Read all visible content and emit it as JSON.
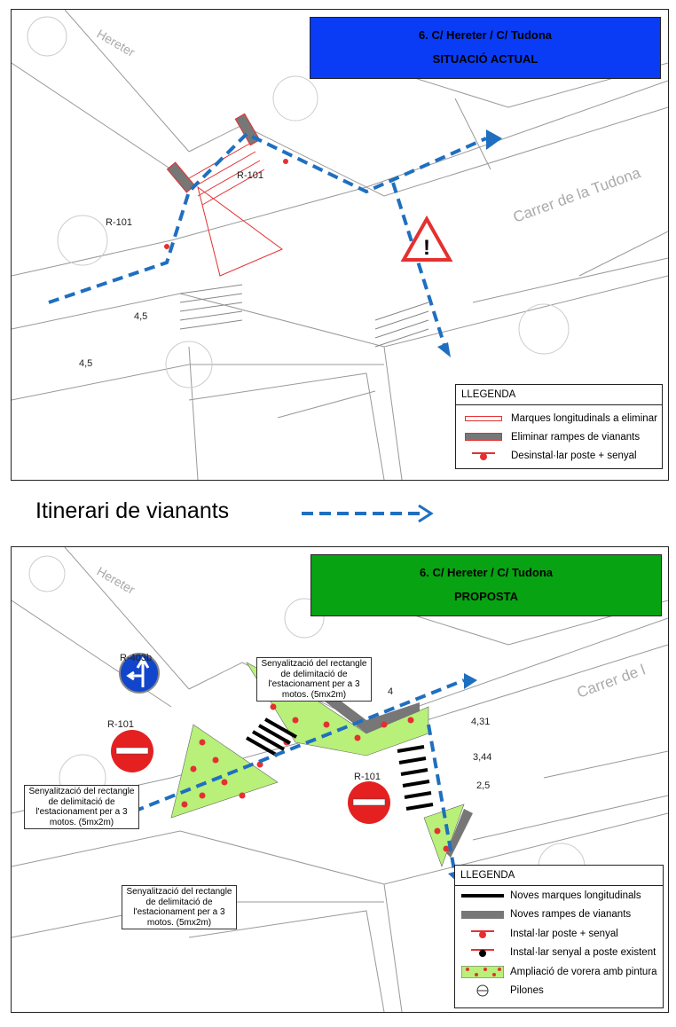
{
  "top_panel": {
    "title_line1": "6. C/ Hereter / C/ Tudona",
    "title_line2": "SITUACIÓ ACTUAL",
    "street_labels": [
      "Hereter",
      "Carrer de la Tudona"
    ],
    "sign_labels": [
      "R-101",
      "R-101"
    ],
    "dimensions": [
      "4,5",
      "4,5"
    ],
    "legend": {
      "heading": "LLEGENDA",
      "items": [
        "Marques longitudinals a eliminar",
        "Eliminar rampes de vianants",
        "Desinstal·lar poste + senyal"
      ]
    }
  },
  "middle": {
    "pedestrian_route_label": "Itinerari de vianants"
  },
  "bottom_panel": {
    "title_line1": "6. C/ Hereter / C/ Tudona",
    "title_line2": "PROPOSTA",
    "street_labels": [
      "Hereter",
      "Carrer de l"
    ],
    "sign_labels": [
      "R-403b",
      "R-101",
      "R-101"
    ],
    "dimensions": [
      "4",
      "4,31",
      "3,44",
      "2,5"
    ],
    "callout_text": "Senyalització del rectangle de delimitació de l'estacionament per a 3 motos. (5mx2m)",
    "legend": {
      "heading": "LLEGENDA",
      "items": [
        "Noves marques longitudinals",
        "Noves rampes de vianants",
        "Instal·lar poste + senyal",
        "Instal·lar senyal a poste existent",
        "Ampliació de vorera amb pintura",
        "Pilones"
      ]
    }
  },
  "colors": {
    "route": "#1f6fc0",
    "current_title": "#0a3cf5",
    "proposal_title": "#07a312",
    "sidewalk_paint": "#b8f07a",
    "remove": "#e53030"
  }
}
